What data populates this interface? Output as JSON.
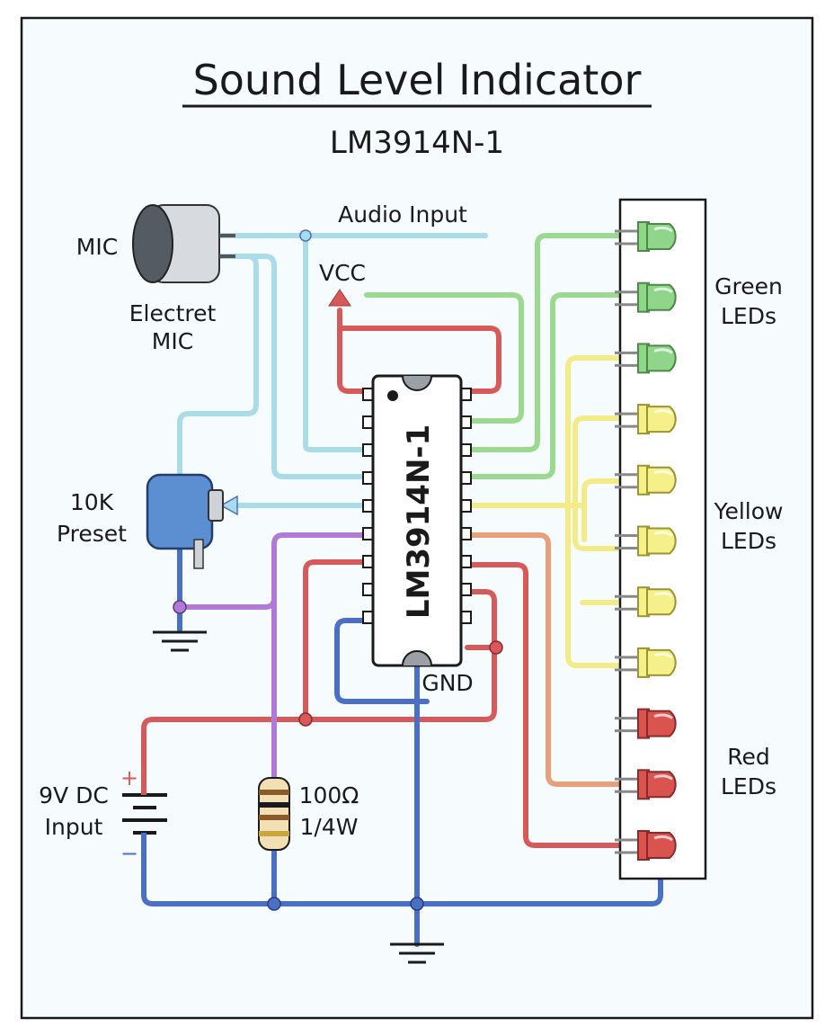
{
  "title": "Sound Level Indicator",
  "subtitle": "LM3914N-1",
  "chip_label": "LM3914N-1",
  "labels": {
    "mic": "MIC",
    "electret_line1": "Electret",
    "electret_line2": "MIC",
    "audio_input": "Audio Input",
    "vcc": "VCC",
    "preset_line1": "10K",
    "preset_line2": "Preset",
    "battery_line1": "9V DC",
    "battery_line2": "Input",
    "plus": "+",
    "minus": "−",
    "resistor_line1": "100Ω",
    "resistor_line2": "1/4W",
    "gnd": "GND",
    "green_line1": "Green",
    "green_line2": "LEDs",
    "yellow_line1": "Yellow",
    "yellow_line2": "LEDs",
    "red_line1": "Red",
    "red_line2": "LEDs"
  },
  "led_colors": [
    "green",
    "green",
    "green",
    "yellow",
    "yellow",
    "yellow",
    "yellow",
    "yellow",
    "red",
    "red",
    "red"
  ],
  "colors": {
    "green": "#8fd58a",
    "yellow": "#f5f08a",
    "red": "#d9534f",
    "wire_blue": "#4a6fc4",
    "wire_red": "#d8595a",
    "wire_lightblue": "#a9dbe8",
    "wire_green": "#9bd98f",
    "wire_purple": "#b07ad6",
    "wire_orange": "#e8a07a",
    "wire_yellow": "#f3ec86",
    "chip_fill": "#ffffff",
    "background": "#f6fbfd"
  }
}
